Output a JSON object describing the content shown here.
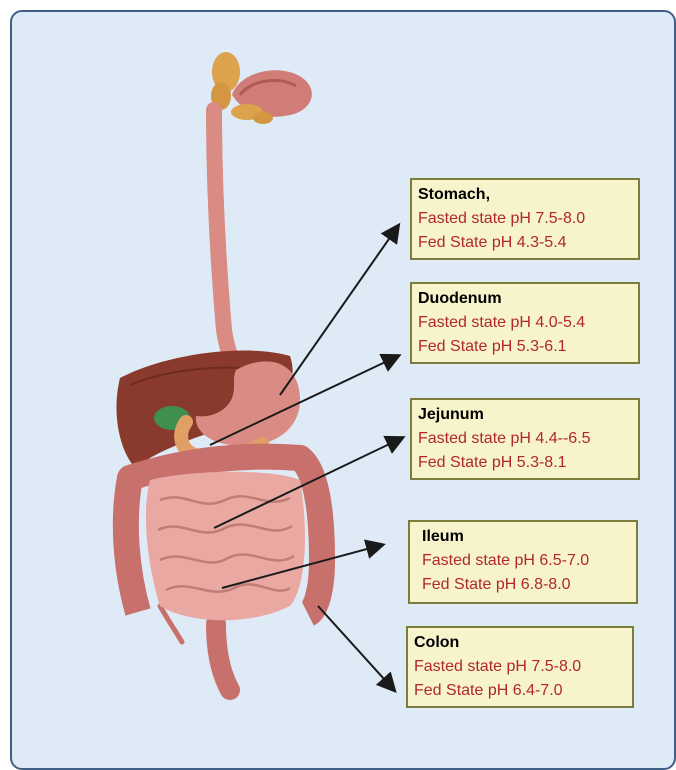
{
  "labels": [
    {
      "organ": "Stomach,",
      "fasted": "Fasted state pH 7.5-8.0",
      "fed": "Fed State pH 4.3-5.4"
    },
    {
      "organ": "Duodenum",
      "fasted": "Fasted state pH 4.0-5.4",
      "fed": "Fed State pH 5.3-6.1"
    },
    {
      "organ": "Jejunum",
      "fasted": "Fasted state pH 4.4--6.5",
      "fed": "Fed State pH 5.3-8.1"
    },
    {
      "organ": "Ileum",
      "fasted": "Fasted state pH 6.5-7.0",
      "fed": "Fed State pH 6.8-8.0"
    },
    {
      "organ": "Colon",
      "fasted": "Fasted state pH 7.5-8.0",
      "fed": "Fed State pH 6.4-7.0"
    }
  ],
  "colors": {
    "panel_bg": "#deeaf5",
    "panel_border": "#3f5f86",
    "box_bg": "#f7f3cb",
    "box_border": "#7b7b3c",
    "ph_text": "#b0282b",
    "tissue": "#d98b84",
    "liver": "#8a3a2c",
    "gallbladder": "#3f8f4f"
  }
}
